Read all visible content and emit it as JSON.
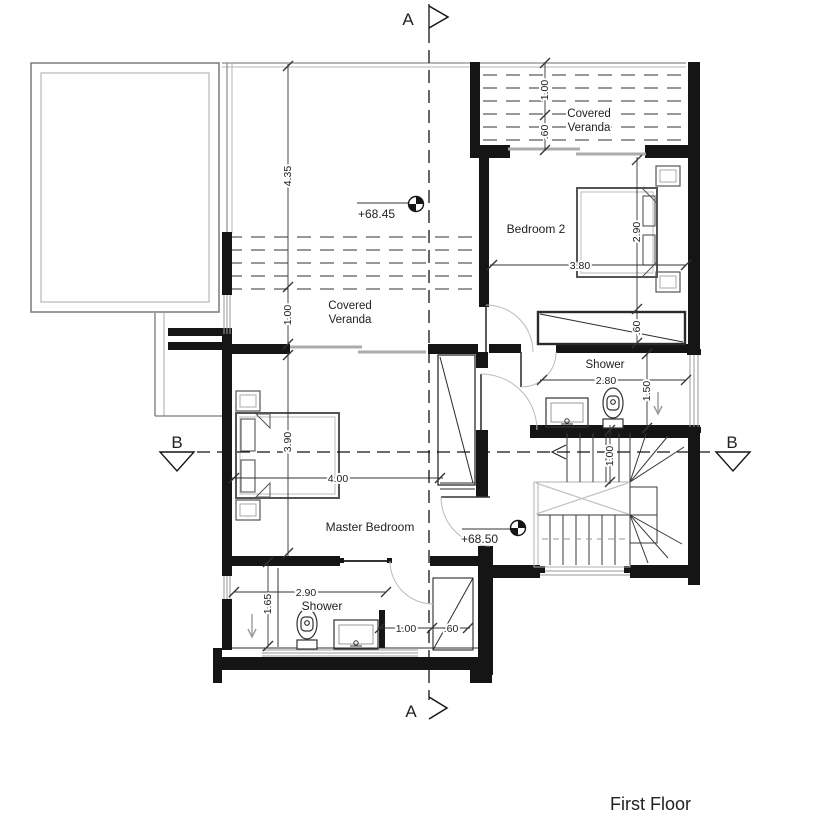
{
  "title": "First Floor",
  "markers": {
    "a": "A",
    "b": "B"
  },
  "levels": {
    "terrace": "+68.45",
    "landing": "+68.50"
  },
  "rooms": {
    "veranda_top_1": "Covered",
    "veranda_top_2": "Veranda",
    "veranda_mid_1": "Covered",
    "veranda_mid_2": "Veranda",
    "bedroom2": "Bedroom 2",
    "shower_upper": "Shower",
    "master_bedroom": "Master Bedroom",
    "shower_lower": "Shower"
  },
  "dims": {
    "veranda_top_depth": "1.00",
    "veranda_top_edge": ".60",
    "terrace_length": "4.35",
    "veranda_mid_depth": "1.00",
    "bedroom2_width": "3.80",
    "bedroom2_depth": "2.90",
    "wardrobe_depth": ".60",
    "shower_upper_width": "2.80",
    "shower_upper_depth": "1.50",
    "stair_flight": "1.00",
    "master_depth": "3.90",
    "master_width": "4.00",
    "shower_lower_width": "2.90",
    "shower_lower_depth": "1.65",
    "shower_lower_d1": "1.00",
    "shower_lower_d2": ".60"
  },
  "colors": {
    "wall": "#151515",
    "title": "#cf1d1d"
  }
}
